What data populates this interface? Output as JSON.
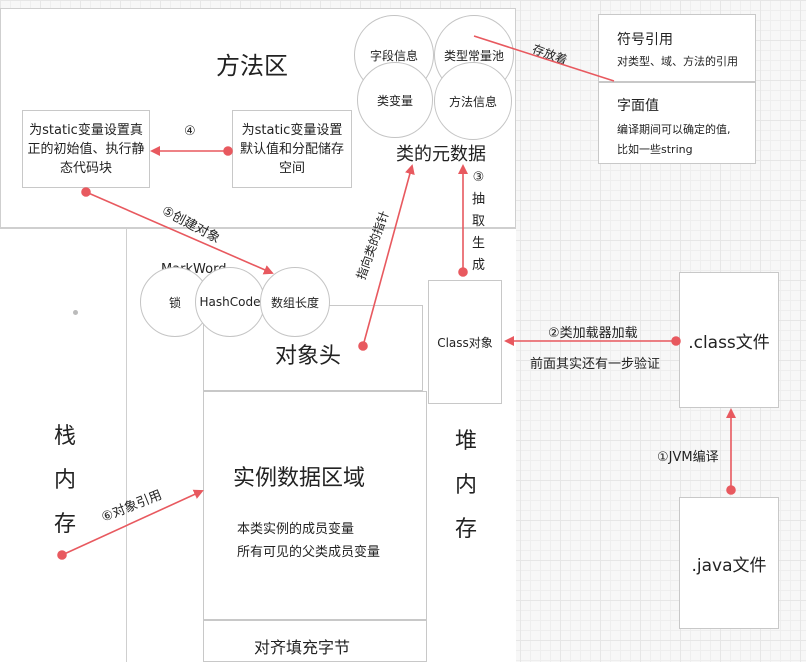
{
  "method_area": {
    "title": "方法区",
    "static_init_box": "为static变量设置真正的初始值、执行静态代码块",
    "static_default_box": "为static变量设置默认值和分配储存空间",
    "step4": "④",
    "class_meta": {
      "title": "类的元数据",
      "circles": [
        "字段信息",
        "类型常量池",
        "类变量",
        "方法信息"
      ]
    }
  },
  "constant_pool": {
    "stored_label": "存放着",
    "symbol_ref_title": "符号引用",
    "symbol_ref_desc": "对类型、域、方法的引用",
    "literal_title": "字面值",
    "literal_desc_1": "编译期间可以确定的值,",
    "literal_desc_2": "比如一些string"
  },
  "object": {
    "create_label": "⑤创建对象",
    "markword_title": "MarkWord",
    "markword_circles": [
      "锁",
      "HashCode",
      "数组长度"
    ],
    "header_title": "对象头",
    "pointer_label": "指向类的指针",
    "instance_title": "实例数据区域",
    "instance_desc_1": "本类实例的成员变量",
    "instance_desc_2": "所有可见的父类成员变量",
    "padding_title": "对齐填充字节"
  },
  "class_obj": {
    "label": "Class对象",
    "extract_chars": [
      "③",
      "抽",
      "取",
      "生",
      "成"
    ],
    "loader_label": "②类加载器加载",
    "verify_label": "前面其实还有一步验证"
  },
  "files": {
    "class_file": ".class文件",
    "java_file": ".java文件",
    "compile_label": "①JVM编译"
  },
  "stack": {
    "chars": [
      "栈",
      "内",
      "存"
    ],
    "ref_label": "⑥对象引用"
  },
  "heap": {
    "chars": [
      "堆",
      "内",
      "存"
    ]
  },
  "colors": {
    "arrow": "#e8595f",
    "box_border": "#c8c8c8"
  }
}
